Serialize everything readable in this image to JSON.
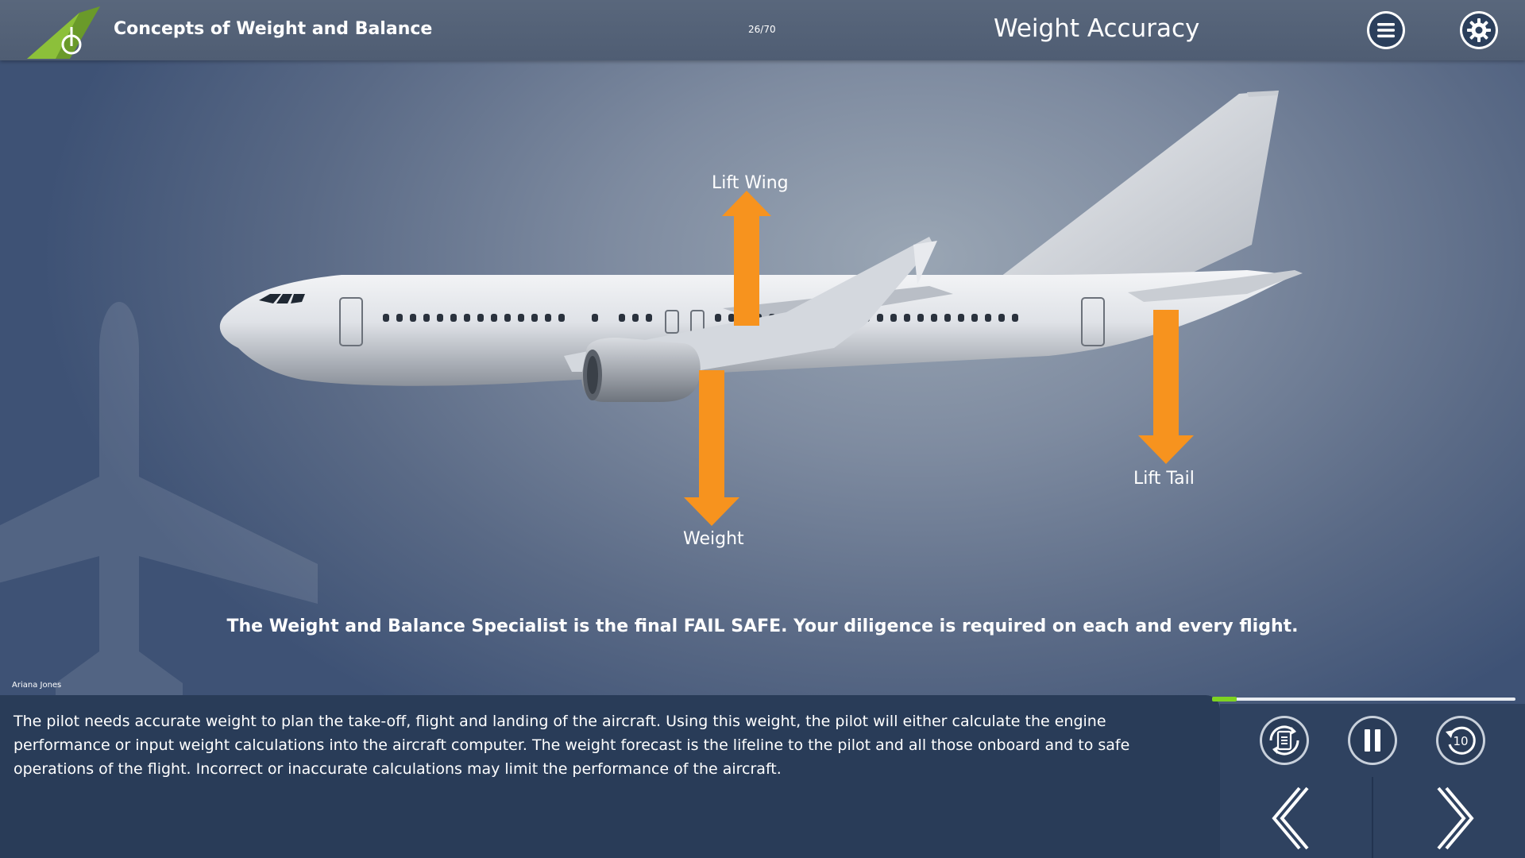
{
  "header": {
    "course_title": "Concepts of Weight and Balance",
    "page_counter": "26/70",
    "slide_title": "Weight Accuracy",
    "icons": [
      "tail-logo-icon",
      "hamburger-menu-icon",
      "gear-icon"
    ]
  },
  "diagram": {
    "forces": {
      "lift_wing": "Lift Wing",
      "weight": "Weight",
      "lift_tail": "Lift Tail"
    },
    "arrow_color": "#f7931e"
  },
  "statement": "The Weight and Balance Specialist is the final FAIL SAFE. Your diligence is required on each and every flight.",
  "narrator": "Ariana Jones",
  "transcript": "The pilot needs accurate weight to plan the take-off, flight and landing of the aircraft. Using this weight, the pilot will either calculate the engine performance or input weight calculations into the aircraft computer. The weight forecast is the lifeline to the pilot and all those onboard and to safe operations of the flight. Incorrect or inaccurate calculations may limit the performance of the aircraft.",
  "player": {
    "progress": 0.08,
    "progress_color": "#7ed321",
    "replay_seconds": "10",
    "icons": [
      "transcript-icon",
      "pause-icon",
      "replay-10-icon",
      "previous-icon",
      "next-icon"
    ]
  }
}
